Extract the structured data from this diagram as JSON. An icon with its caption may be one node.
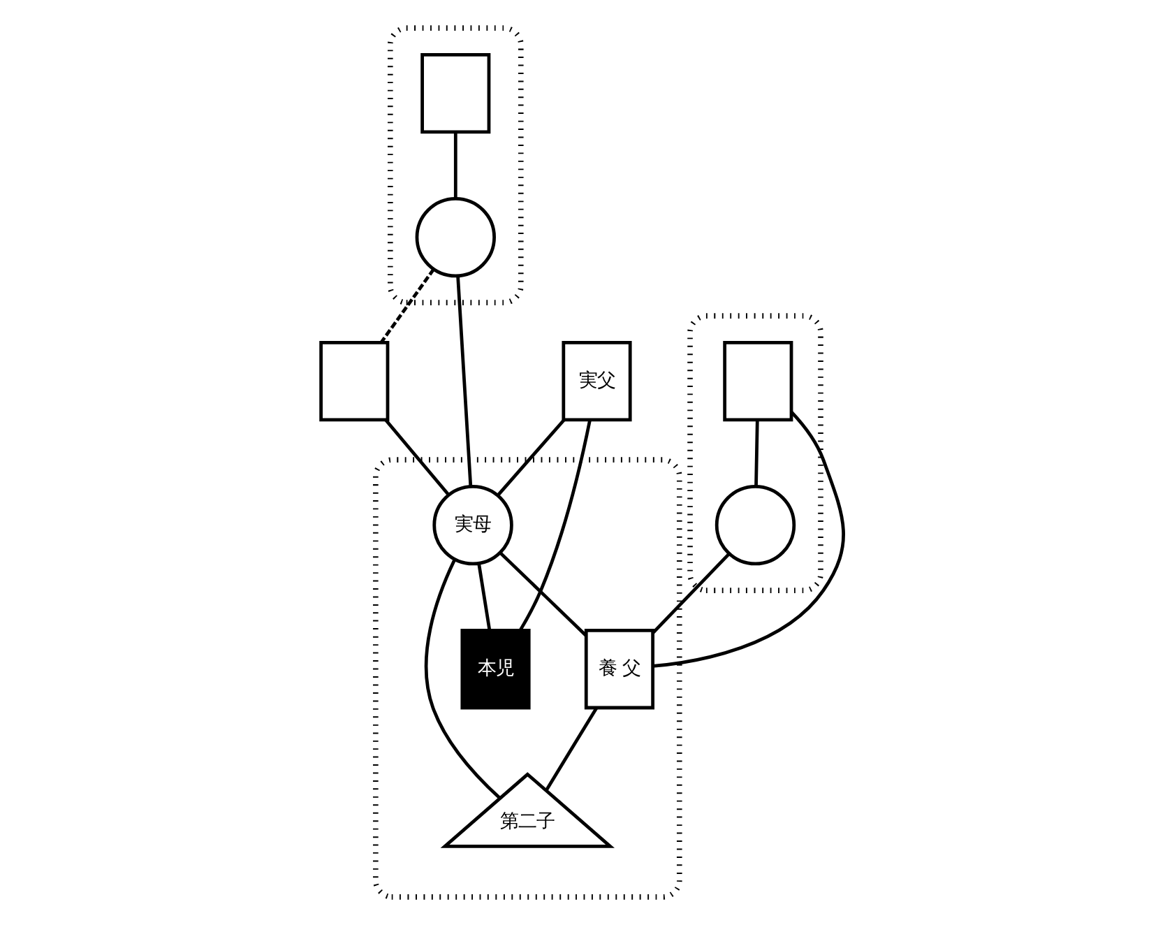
{
  "diagram": {
    "nodes": [
      {
        "text": [],
        "shape": "box"
      },
      {
        "text": [],
        "shape": "box",
        "in": 0
      },
      {
        "text": [],
        "shape": "circle",
        "in": 0
      },
      {
        "text": [],
        "shape": "box"
      },
      {
        "text": [],
        "shape": "cloud"
      },
      {
        "text": [],
        "shape": "box",
        "in": 4
      },
      {
        "text": [],
        "shape": "circle",
        "in": 4
      },
      {
        "text": [
          "実父"
        ]
      },
      {
        "text": [],
        "shape": "cloud"
      },
      {
        "text": [
          "実母"
        ],
        "in": 8
      },
      {
        "text": [
          "養 父"
        ],
        "in": 8
      },
      {
        "text": [
          "本児"
        ],
        "in": 8
      },
      {
        "text": [
          "第二子"
        ],
        "in": 8
      }
    ],
    "edges": [
      {
        "from": 1,
        "to": 2,
        "arrow": "none"
      },
      {
        "from": 2,
        "to": 3,
        "arrow": "none",
        "style": "dashed"
      },
      {
        "from": 2,
        "to": 9,
        "arrow": "none"
      },
      {
        "from": 3,
        "to": 9,
        "arrow": "none"
      },
      {
        "from": 5,
        "to": 6,
        "arrow": "none"
      },
      {
        "from": 5,
        "to": 10,
        "arrow": "none"
      },
      {
        "from": 6,
        "to": 10,
        "arrow": "none"
      },
      {
        "from": 7,
        "to": 9,
        "arrow": "none"
      },
      {
        "from": 9,
        "to": 10,
        "arrow": "none"
      },
      {
        "from": 7,
        "to": 11,
        "arrow": "none"
      },
      {
        "from": 9,
        "to": 11,
        "arrow": "none"
      },
      {
        "from": 9,
        "to": 12,
        "arrow": "none"
      },
      {
        "from": 10,
        "to": 12,
        "arrow": "none"
      }
    ]
  }
}
